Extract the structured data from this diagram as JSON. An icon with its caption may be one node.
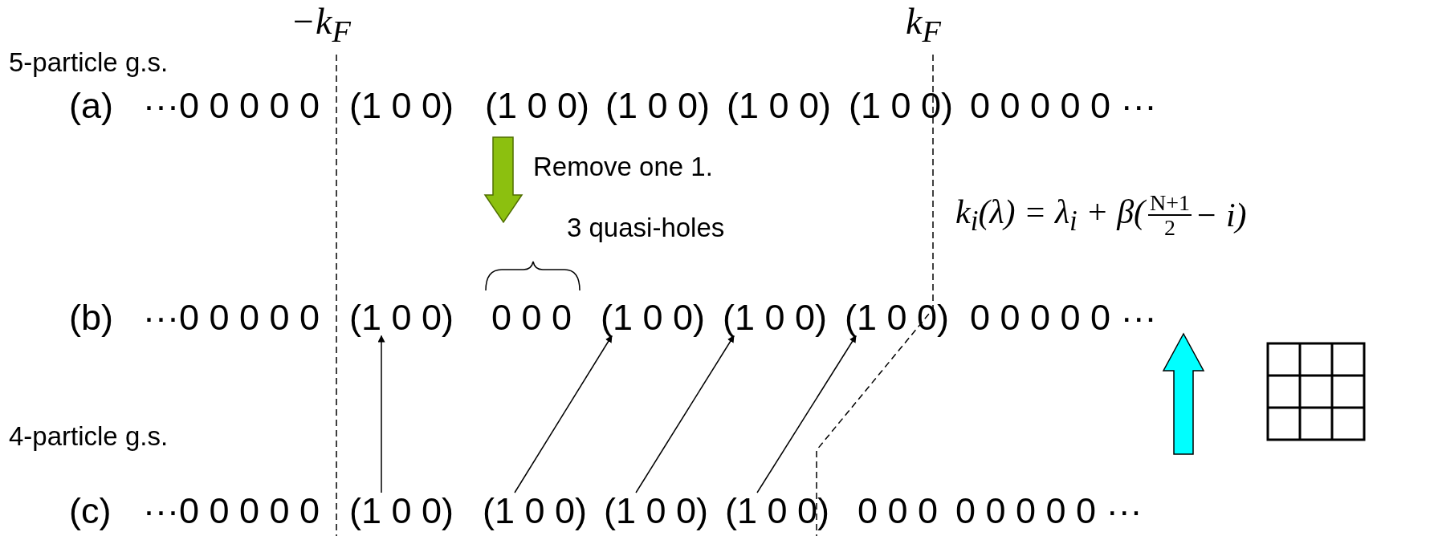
{
  "diagram": {
    "nodes": [
      {
        "text": [
          "(1 0 0)"
        ]
      },
      {
        "text": [
          "(1 0 0)"
        ]
      },
      {
        "text": [
          "(1 0 0)"
        ]
      },
      {
        "text": [
          "(1 0 0)"
        ]
      },
      {
        "text": [
          "(1 0 0)"
        ]
      },
      {
        "text": [
          "(1 0 0)"
        ]
      },
      {
        "text": [
          "(1 0 0)"
        ]
      },
      {
        "text": [
          "(1 0 0)"
        ]
      }
    ],
    "edges": [
      {
        "from": 4,
        "to": 0,
        "arrow": "to"
      },
      {
        "from": 5,
        "to": 1,
        "arrow": "to"
      },
      {
        "from": 6,
        "to": 2,
        "arrow": "to"
      },
      {
        "from": 7,
        "to": 3,
        "arrow": "to"
      }
    ],
    "labels": [
      "−k$_{F}$",
      "k$_{F}$",
      "5-particle g.s.",
      "(a)",
      "···0 0 0 0 0",
      "(1 0 0)",
      "(1 0 0)",
      "(1 0 0)",
      "(1 0 0)",
      "(1 0 0)",
      "0 0 0 0 0 ···",
      "Remove one 1.",
      "3 quasi-holes",
      "k$_{i}$(λ) = λ$_{i}$ + β(",
      "N+1",
      "2",
      "− i)",
      "(b)",
      "···0 0 0 0 0",
      "0 0 0",
      "0 0 0 0 0 ···",
      "4-particle g.s.",
      "(c)",
      "···0 0 0 0 0",
      "0 0 0",
      "0 0 0 0 0 ···"
    ]
  }
}
